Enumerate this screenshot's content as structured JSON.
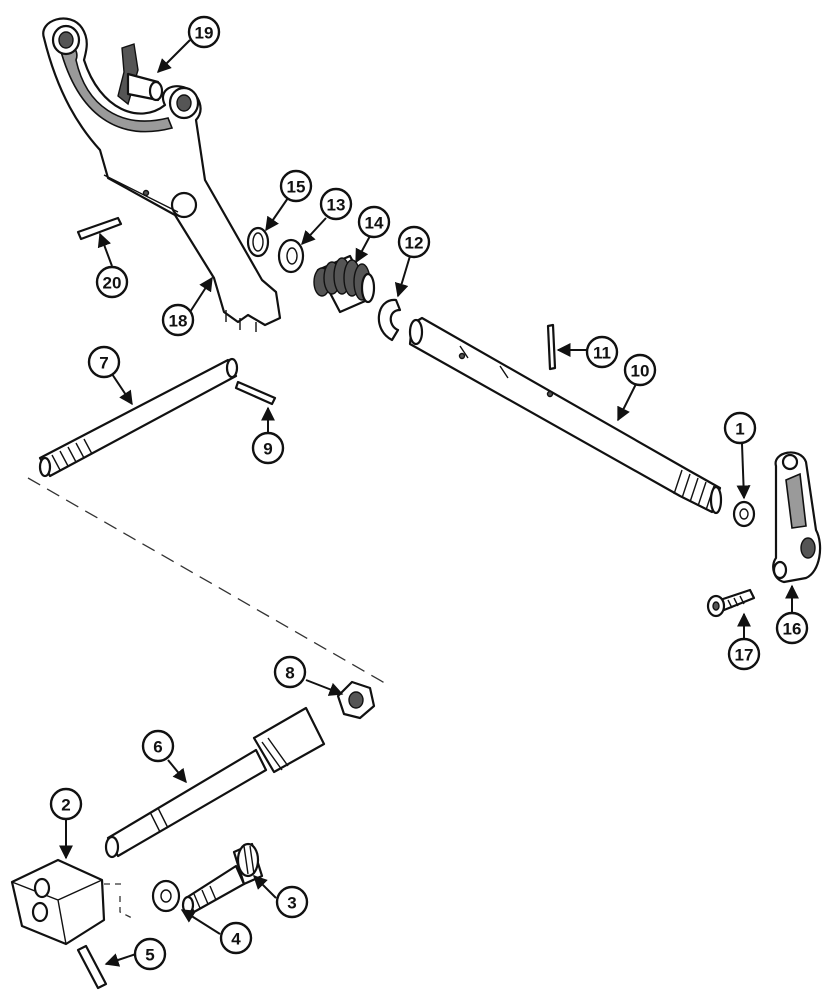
{
  "callouts": [
    {
      "id": "c19",
      "label": "19"
    },
    {
      "id": "c15",
      "label": "15"
    },
    {
      "id": "c13",
      "label": "13"
    },
    {
      "id": "c14",
      "label": "14"
    },
    {
      "id": "c12",
      "label": "12"
    },
    {
      "id": "c20",
      "label": "20"
    },
    {
      "id": "c18",
      "label": "18"
    },
    {
      "id": "c11",
      "label": "11"
    },
    {
      "id": "c7",
      "label": "7"
    },
    {
      "id": "c10",
      "label": "10"
    },
    {
      "id": "c9",
      "label": "9"
    },
    {
      "id": "c1",
      "label": "1"
    },
    {
      "id": "c16",
      "label": "16"
    },
    {
      "id": "c17",
      "label": "17"
    },
    {
      "id": "c8",
      "label": "8"
    },
    {
      "id": "c6",
      "label": "6"
    },
    {
      "id": "c2",
      "label": "2"
    },
    {
      "id": "c3",
      "label": "3"
    },
    {
      "id": "c4",
      "label": "4"
    },
    {
      "id": "c5",
      "label": "5"
    }
  ]
}
